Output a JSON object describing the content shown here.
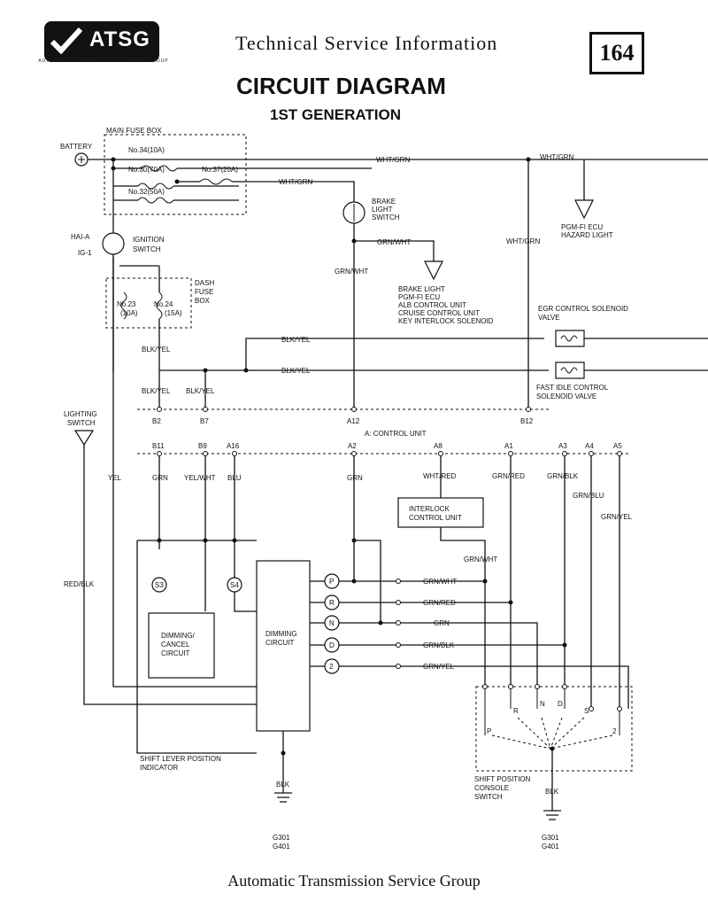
{
  "header": {
    "logo_text": "ATSG",
    "logo_ring_text": "AUTOMATIC TRANSMISSION SERVICE GROUP",
    "title": "Technical Service Information",
    "page_number": "164"
  },
  "diagram": {
    "title": "CIRCUIT DIAGRAM",
    "subtitle": "1ST GENERATION",
    "labels": {
      "main_fuse_box": "MAIN FUSE BOX",
      "battery": "BATTERY",
      "fuse34": "No.34(10A)",
      "fuse30": "No.30(70A)",
      "fuse37": "No.37(20A)",
      "fuse32": "No.32(50A)",
      "wht_grn": "WHT/GRN",
      "brake_switch_1": "BRAKE",
      "brake_switch_2": "LIGHT",
      "brake_switch_3": "SWITCH",
      "pgm_hazard_1": "PGM-FI ECU",
      "pgm_hazard_2": "HAZARD LIGHT",
      "hai_a": "HAI-A",
      "ig1": "IG-1",
      "ignition_1": "IGNITION",
      "ignition_2": "SWITCH",
      "grn_wht": "GRN/WHT",
      "dash_fuse_1": "DASH",
      "dash_fuse_2": "FUSE",
      "dash_fuse_3": "BOX",
      "fuse23": "No.23",
      "fuse23_amp": "(10A)",
      "fuse24": "No.24",
      "fuse24_amp": "(15A)",
      "brake_list_1": "BRAKE LIGHT",
      "brake_list_2": "PGM-FI ECU",
      "brake_list_3": "ALB CONTROL UNIT",
      "brake_list_4": "CRUISE CONTROL UNIT",
      "brake_list_5": "KEY INTERLOCK SOLENOID",
      "egr_1": "EGR CONTROL SOLENOID",
      "egr_2": "VALVE",
      "blk_yel": "BLK/YEL",
      "fast_idle_1": "FAST IDLE CONTROL",
      "fast_idle_2": "SOLENOID VALVE",
      "lighting_1": "LIGHTING",
      "lighting_2": "SWITCH",
      "b2": "B2",
      "b7": "B7",
      "a12": "A12",
      "b12": "B12",
      "control_unit": "A: CONTROL UNIT",
      "b11": "B11",
      "b9": "B9",
      "a16": "A16",
      "a2": "A2",
      "a8": "A8",
      "a1": "A1",
      "a3": "A3",
      "a4": "A4",
      "a5": "A5",
      "yel": "YEL",
      "grn": "GRN",
      "yel_wht": "YEL/WHT",
      "blu": "BLU",
      "wht_red": "WHT/RED",
      "grn_red": "GRN/RED",
      "grn_blk": "GRN/BLK",
      "grn_blu": "GRN/BLU",
      "grn_yel": "GRN/YEL",
      "interlock_1": "INTERLOCK",
      "interlock_2": "CONTROL UNIT",
      "red_blk": "RED/BLK",
      "s3": "S3",
      "s4": "S4",
      "dimming_cancel_1": "DIMMING/",
      "dimming_cancel_2": "CANCEL",
      "dimming_cancel_3": "CIRCUIT",
      "dimming_1": "DIMMING",
      "dimming_2": "CIRCUIT",
      "p": "P",
      "r": "R",
      "n": "N",
      "d": "D",
      "s": "S",
      "two": "2",
      "shift_lever_1": "SHIFT LEVER POSITION",
      "shift_lever_2": "INDICATOR",
      "shift_console_1": "SHIFT POSITION",
      "shift_console_2": "CONSOLE",
      "shift_console_3": "SWITCH",
      "blk": "BLK",
      "g301": "G301",
      "g401": "G401"
    }
  },
  "footer": {
    "text": "Automatic Transmission Service Group"
  }
}
